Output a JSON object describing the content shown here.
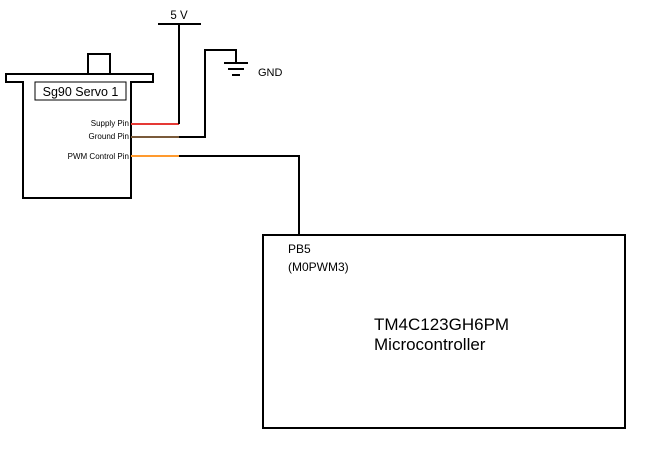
{
  "colors": {
    "outline": "#000000",
    "supply_wire": "#e53935",
    "ground_wire": "#7a5a3a",
    "pwm_wire": "#ff9a2e",
    "background": "#ffffff"
  },
  "power": {
    "supply_label": "5 V",
    "ground_label": "GND",
    "ground_icon": "ground-symbol-icon"
  },
  "servo": {
    "name": "Sg90 Servo 1",
    "pins": {
      "supply": "Supply Pin",
      "ground": "Ground Pin",
      "pwm": "PWM Control Pin"
    }
  },
  "mcu": {
    "pin_name": "PB5",
    "pin_function": "(M0PWM3)",
    "part_number": "TM4C123GH6PM",
    "type": "Microcontroller"
  }
}
